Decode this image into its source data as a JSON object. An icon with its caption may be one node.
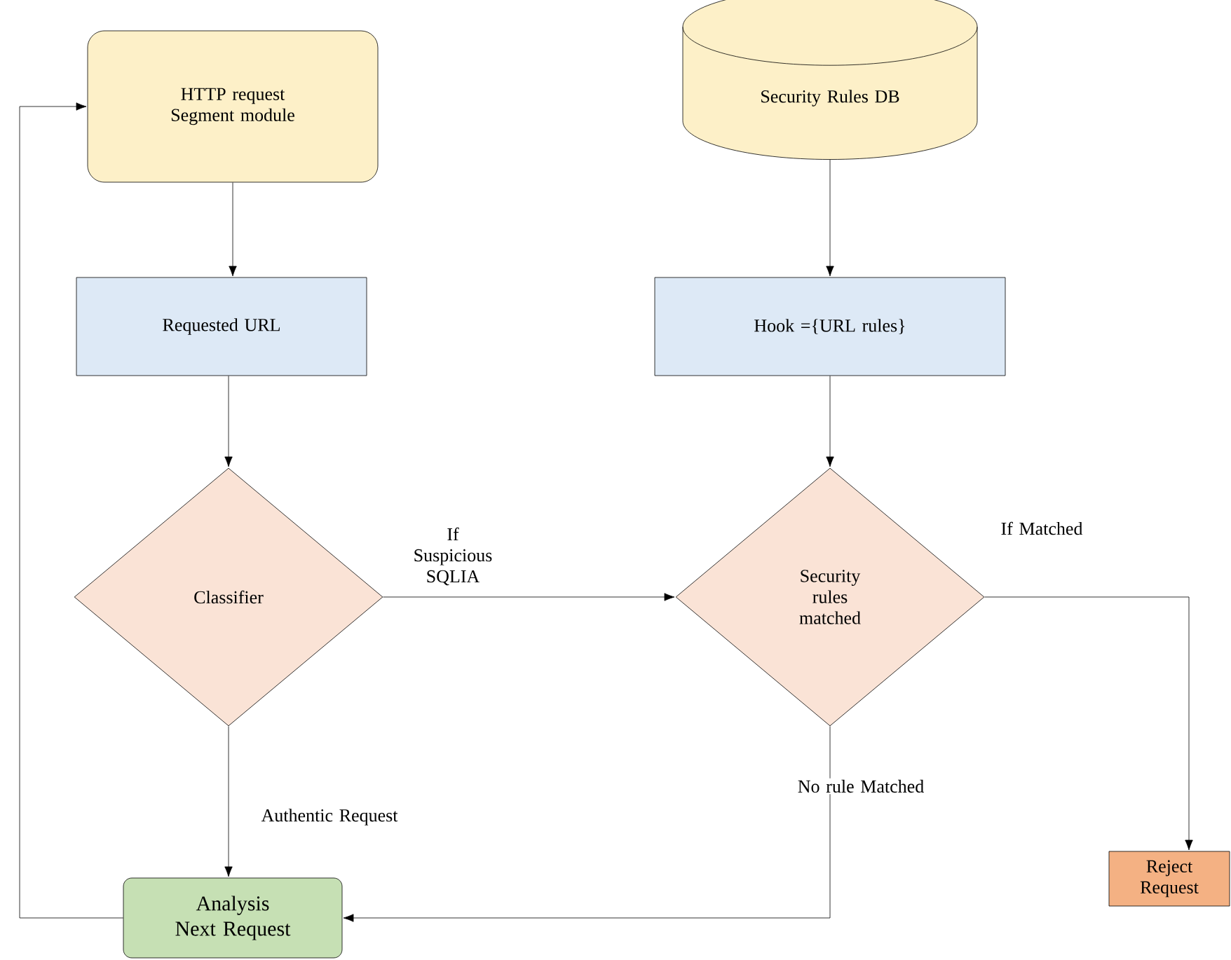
{
  "diagram": {
    "nodes": [
      {
        "text": [
          "HTTP request Segment module"
        ]
      },
      {
        "text": [
          "Security Rules DB"
        ]
      },
      {
        "text": [
          "Requested URL"
        ]
      },
      {
        "text": [
          "Hook ={URL rules}"
        ]
      },
      {
        "text": [
          "Classifier"
        ]
      },
      {
        "text": [
          "Security rules matched"
        ]
      },
      {
        "text": [
          "Analysis Next Request"
        ]
      },
      {
        "text": [
          "Reject Request"
        ]
      }
    ],
    "edges": [
      {
        "from": 0,
        "to": 2,
        "arrow": "to"
      },
      {
        "from": 1,
        "to": 3,
        "arrow": "to"
      },
      {
        "from": 2,
        "to": 4,
        "arrow": "to"
      },
      {
        "from": 3,
        "to": 5,
        "arrow": "to"
      },
      {
        "from": 4,
        "to": 5,
        "arrow": "to",
        "label": "If Suspicious SQLIA"
      },
      {
        "from": 5,
        "to": 7,
        "arrow": "to",
        "label": "If Matched"
      },
      {
        "from": 5,
        "to": 6,
        "arrow": "to",
        "label": "No rule Matched"
      },
      {
        "from": 4,
        "to": 6,
        "arrow": "to",
        "label": "Authentic Request"
      },
      {
        "from": 6,
        "to": 0,
        "arrow": "to"
      }
    ]
  }
}
